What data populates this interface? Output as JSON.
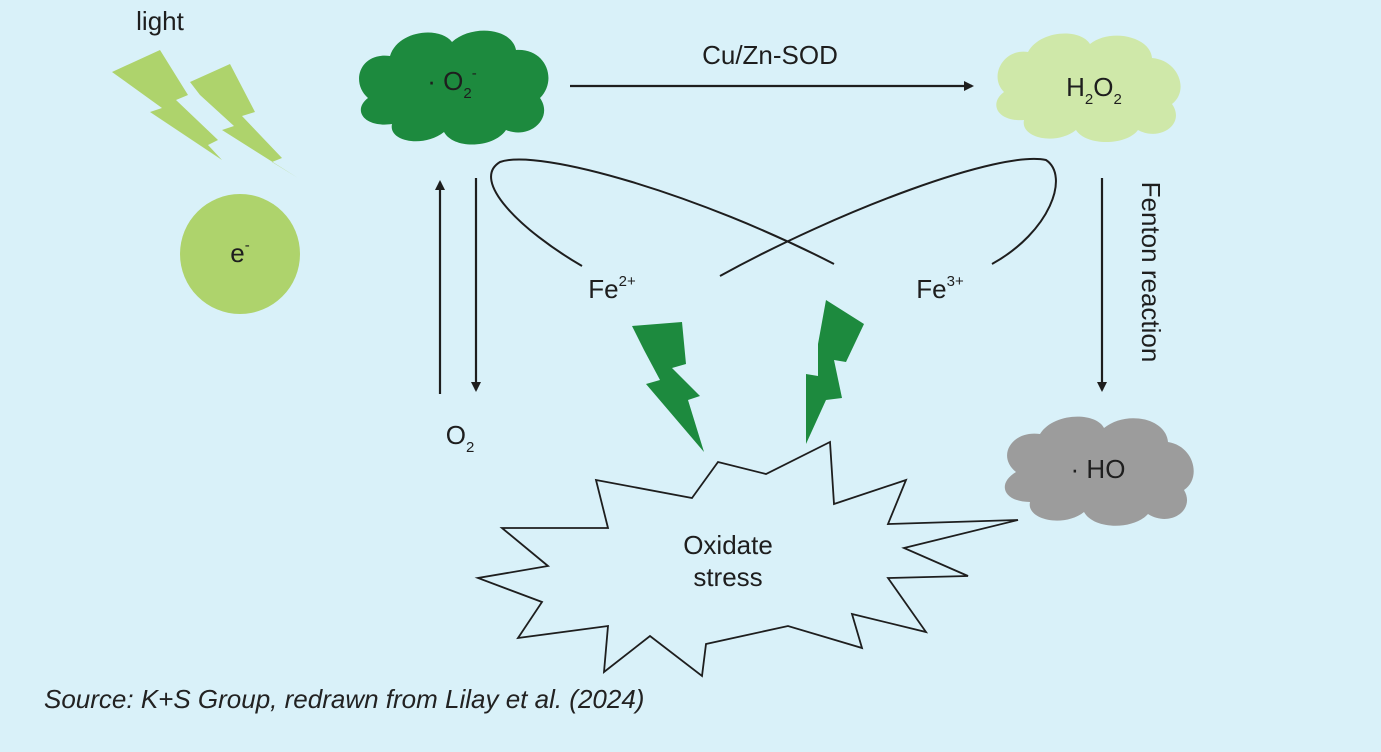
{
  "light_label": "light",
  "electron": {
    "symbol": "e",
    "sup": "-"
  },
  "superoxide": {
    "dot": "·",
    "base": "O",
    "sub": "2",
    "sup": "-"
  },
  "hydrogen_peroxide": {
    "h": "H",
    "h_sub": "2",
    "o": "O",
    "o_sub": "2"
  },
  "hydroxyl": {
    "text": "· HO"
  },
  "oxygen": {
    "base": "O",
    "sub": "2"
  },
  "enzyme_label": "Cu/Zn-SOD",
  "reaction_label": "Fenton reaction",
  "iron2": {
    "base": "Fe",
    "sup": "2+"
  },
  "iron3": {
    "base": "Fe",
    "sup": "3+"
  },
  "stress": {
    "line1": "Oxidate",
    "line2": "stress"
  },
  "source": "Source: K+S Group, redrawn from Lilay et al. (2024)",
  "colors": {
    "background": "#d9f1f9",
    "light_green": "#aed36c",
    "dark_green": "#1d8a3e",
    "pale_green": "#cfe8a9",
    "gray": "#9c9c9c",
    "line": "#1e1e1e"
  }
}
